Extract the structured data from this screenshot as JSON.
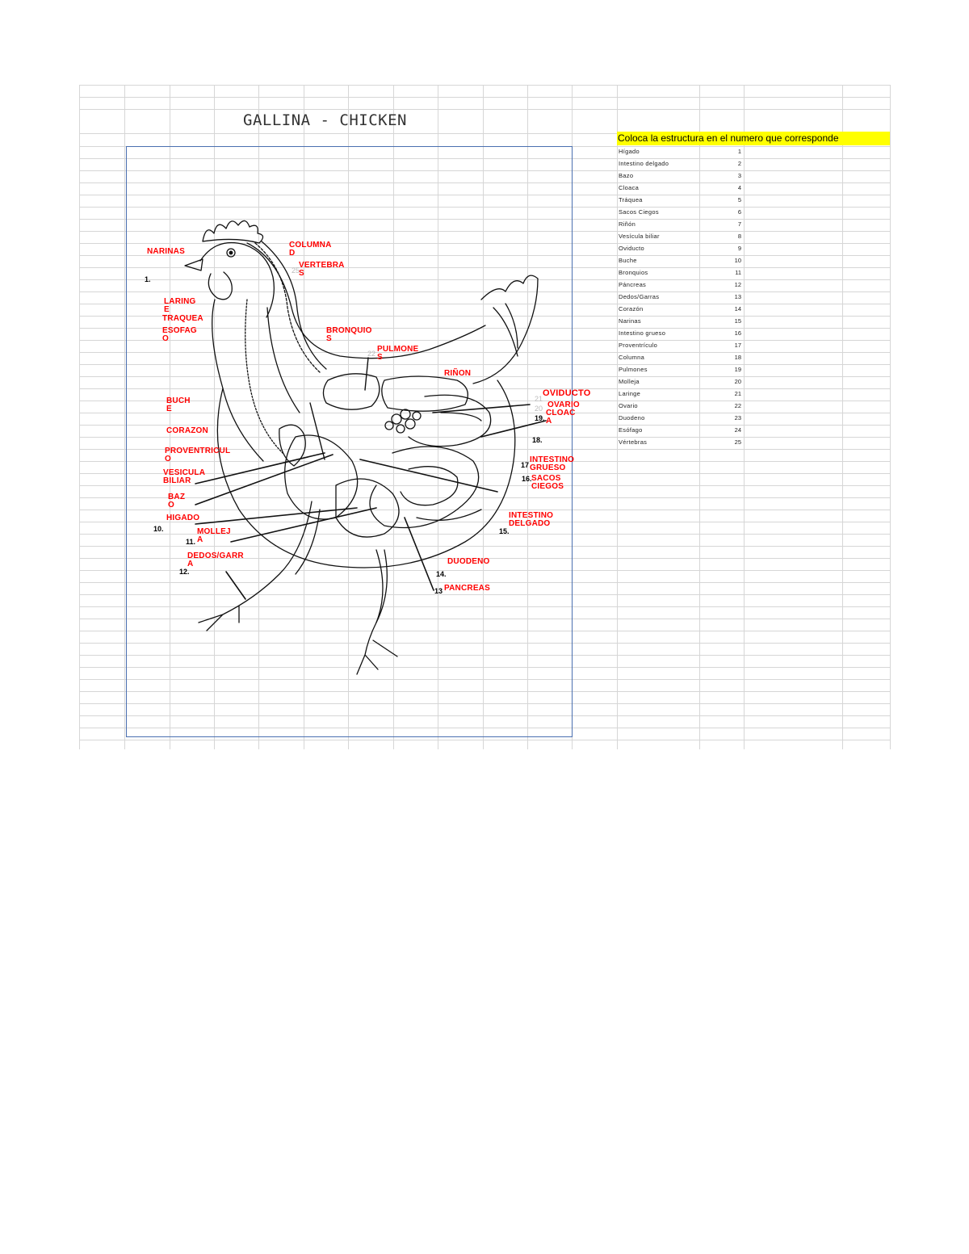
{
  "sheet": {
    "title": "GALLINA - CHICKEN"
  },
  "list": {
    "header": "Coloca la estructura en el numero que corresponde",
    "items": [
      {
        "name": "Hígado",
        "num": "1"
      },
      {
        "name": "Intestino delgado",
        "num": "2"
      },
      {
        "name": "Bazo",
        "num": "3"
      },
      {
        "name": "Cloaca",
        "num": "4"
      },
      {
        "name": "Tráquea",
        "num": "5"
      },
      {
        "name": "Sacos Ciegos",
        "num": "6"
      },
      {
        "name": "Riñón",
        "num": "7"
      },
      {
        "name": "Vesícula biliar",
        "num": "8"
      },
      {
        "name": "Oviducto",
        "num": "9"
      },
      {
        "name": "Buche",
        "num": "10"
      },
      {
        "name": "Bronquios",
        "num": "11"
      },
      {
        "name": "Páncreas",
        "num": "12"
      },
      {
        "name": "Dedos/Garras",
        "num": "13"
      },
      {
        "name": "Corazón",
        "num": "14"
      },
      {
        "name": "Narinas",
        "num": "15"
      },
      {
        "name": "Intestino grueso",
        "num": "16"
      },
      {
        "name": "Proventrículo",
        "num": "17"
      },
      {
        "name": "Columna",
        "num": "18"
      },
      {
        "name": "Pulmones",
        "num": "19"
      },
      {
        "name": "Molleja",
        "num": "20"
      },
      {
        "name": "Laringe",
        "num": "21"
      },
      {
        "name": "Ovario",
        "num": "22"
      },
      {
        "name": "Duodeno",
        "num": "23"
      },
      {
        "name": "Esófago",
        "num": "24"
      },
      {
        "name": "Vértebras",
        "num": "25"
      }
    ]
  },
  "diagram": {
    "labels": {
      "narinas": "NARINAS",
      "columna": "COLUMNA\nD",
      "vertebras": "VERTEBRA\nS",
      "laringe": "LARING\nE",
      "traquea": "TRAQUEA",
      "esofago": "ESOFAG\nO",
      "bronquios": "BRONQUIO\nS",
      "pulmones": "PULMONE\nS",
      "rinon": "RIÑON",
      "oviducto": "OVIDUCTO",
      "ovario": "OVARIO",
      "cloaca": "CLOAC\nA",
      "buche": "BUCH\nE",
      "corazon": "CORAZON",
      "proventriculo": "PROVENTRICUL\nO",
      "vesicula": "VESICULA\nBILIAR",
      "bazo": "BAZ\nO",
      "higado": "HIGADO",
      "molleja": "MOLLEJ\nA",
      "dedos": "DEDOS/GARR\nA",
      "intestino_grueso": "INTESTINO\nGRUESO",
      "sacos_ciegos": "SACOS\nCIEGOS",
      "intestino_delgado": "INTESTINO\nDELGADO",
      "duodeno": "DUODENO",
      "pancreas": "PANCREAS"
    },
    "numbers": {
      "n1": "1.",
      "n10": "10.",
      "n11": "11.",
      "n12": "12.",
      "n13": "13",
      "n14": "14.",
      "n15": "15.",
      "n16": "16.",
      "n17": "17",
      "n18": "18.",
      "n19": "19.",
      "n20": "20",
      "n21": "21",
      "n22": "22",
      "n25": "25"
    }
  }
}
